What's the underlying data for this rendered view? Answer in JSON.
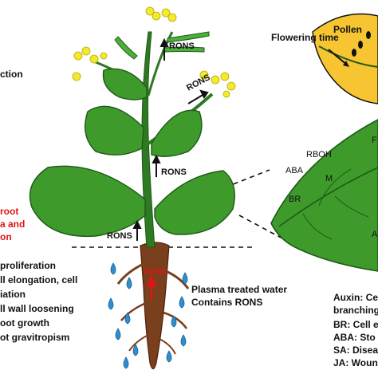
{
  "left_panel": {
    "line_action": "ction",
    "red_lines": [
      "root",
      "a and",
      "on"
    ],
    "bullets": [
      "proliferation",
      "ll elongation,  cell",
      "iation",
      "ll wall loosening",
      "oot growth",
      "ot gravitropism"
    ]
  },
  "plant": {
    "rons_labels": [
      "RONS",
      "RONS",
      "RONS",
      "RONS"
    ],
    "root_rons": "RONS",
    "water_line1": "Plasma treated water",
    "water_line2": "Contains RONS"
  },
  "flower_panel": {
    "pollen": "Pollen",
    "flowering_time": "Flowering time"
  },
  "leaf_panel": {
    "labels": [
      "RBOH",
      "ABA",
      "M",
      "BR",
      "A",
      "F"
    ]
  },
  "hormones": {
    "lines": [
      "Auxin: Ce",
      "branching",
      "BR: Cell e",
      "ABA: Sto",
      "SA: Disea",
      "JA: Woun"
    ]
  },
  "colors": {
    "leaf": "#3e9a2b",
    "leaf_dark": "#1f5a16",
    "flower": "#f2ea2a",
    "pollen_fill": "#f7c531",
    "root": "#7a3f1c",
    "water_drop": "#2f8ed0",
    "rons_red": "#e01515"
  }
}
